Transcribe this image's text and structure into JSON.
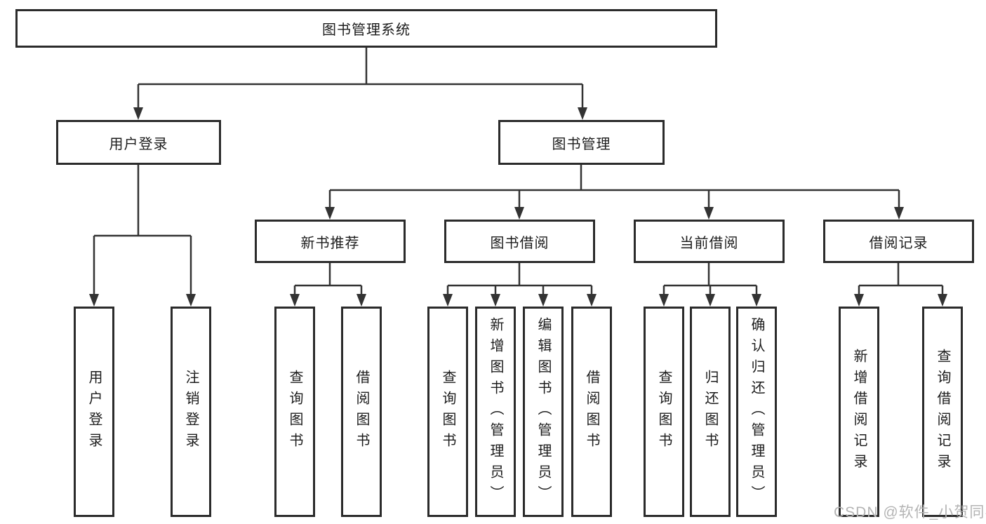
{
  "diagram": {
    "title": "图书管理系统",
    "level2": [
      {
        "label": "用户登录"
      },
      {
        "label": "图书管理"
      }
    ],
    "level3": [
      {
        "label": "新书推荐",
        "parent": "图书管理"
      },
      {
        "label": "图书借阅",
        "parent": "图书管理"
      },
      {
        "label": "当前借阅",
        "parent": "图书管理"
      },
      {
        "label": "借阅记录",
        "parent": "图书管理"
      }
    ],
    "leaves": [
      {
        "label": "用户登录",
        "parent": "用户登录"
      },
      {
        "label": "注销登录",
        "parent": "用户登录"
      },
      {
        "label": "查询图书",
        "parent": "新书推荐"
      },
      {
        "label": "借阅图书",
        "parent": "新书推荐"
      },
      {
        "label": "查询图书",
        "parent": "图书借阅"
      },
      {
        "label": "新增图书（管理员）",
        "parent": "图书借阅"
      },
      {
        "label": "编辑图书（管理员）",
        "parent": "图书借阅"
      },
      {
        "label": "借阅图书",
        "parent": "图书借阅"
      },
      {
        "label": "查询图书",
        "parent": "当前借阅"
      },
      {
        "label": "归还图书",
        "parent": "当前借阅"
      },
      {
        "label": "确认归还（管理员）",
        "parent": "当前借阅"
      },
      {
        "label": "新增借阅记录",
        "parent": "借阅记录"
      },
      {
        "label": "查询借阅记录",
        "parent": "借阅记录"
      }
    ]
  },
  "colors": {
    "line": "#333333",
    "box_border": "#2b2b2b",
    "background": "#ffffff",
    "watermark": "#b4b4b4"
  },
  "watermark": {
    "text": "CSDN @软件_小贺同学"
  }
}
